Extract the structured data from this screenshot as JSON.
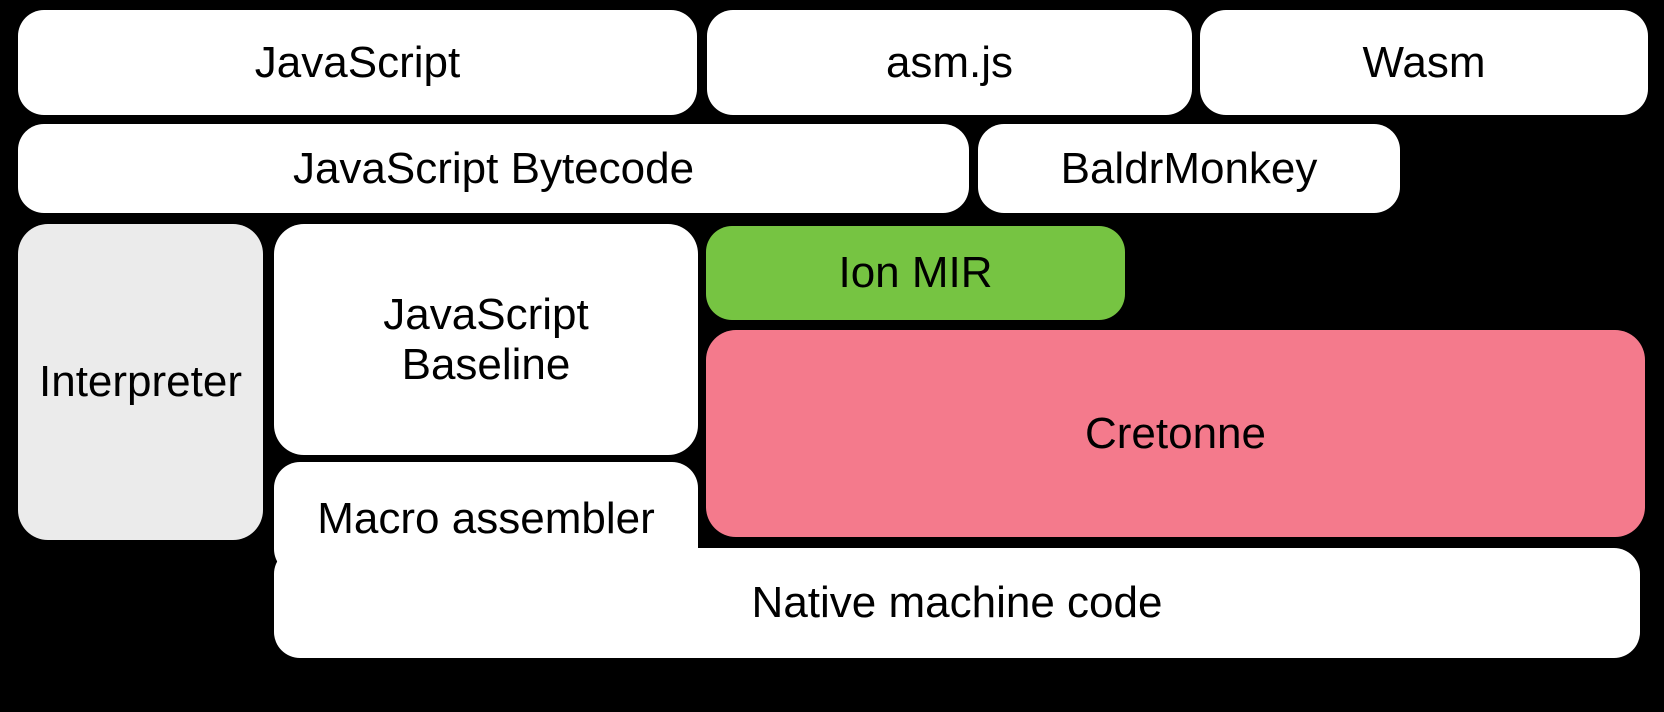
{
  "diagram": {
    "title": "SpiderMonkey compilation pipeline stack",
    "background_color": "#000000",
    "colors": {
      "white": "#ffffff",
      "gray": "#ebebeb",
      "green": "#76c442",
      "pink": "#f47a8c",
      "text": "#000000"
    },
    "rows": [
      {
        "name": "source-languages",
        "boxes": [
          {
            "label": "JavaScript",
            "color": "white"
          },
          {
            "label": "asm.js",
            "color": "white"
          },
          {
            "label": "Wasm",
            "color": "white"
          }
        ]
      },
      {
        "name": "front-end-representations",
        "boxes": [
          {
            "label": "JavaScript Bytecode",
            "color": "white"
          },
          {
            "label": "BaldrMonkey",
            "color": "white"
          }
        ]
      },
      {
        "name": "execution-and-compilation-tiers",
        "boxes": [
          {
            "label": "Interpreter",
            "color": "gray"
          },
          {
            "label": "JavaScript\nBaseline",
            "color": "white"
          },
          {
            "label": "Macro assembler",
            "color": "white"
          },
          {
            "label": "Ion MIR",
            "color": "green"
          },
          {
            "label": "Cretonne",
            "color": "pink"
          }
        ]
      },
      {
        "name": "output",
        "boxes": [
          {
            "label": "Native machine code",
            "color": "white"
          }
        ]
      }
    ]
  }
}
